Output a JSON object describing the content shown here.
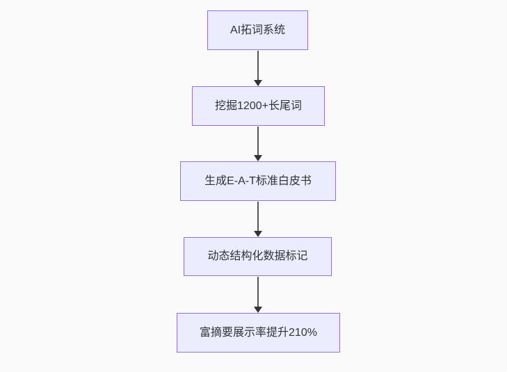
{
  "diagram": {
    "type": "flowchart",
    "direction": "top-down",
    "nodes": [
      {
        "id": "A",
        "label": "AI拓词系统"
      },
      {
        "id": "B",
        "label": "挖掘1200+长尾词"
      },
      {
        "id": "C",
        "label": "生成E-A-T标准白皮书"
      },
      {
        "id": "D",
        "label": "动态结构化数据标记"
      },
      {
        "id": "E",
        "label": "富摘要展示率提升210%"
      }
    ],
    "edges": [
      {
        "from": "A",
        "to": "B",
        "style": "arrow"
      },
      {
        "from": "B",
        "to": "C",
        "style": "arrow"
      },
      {
        "from": "C",
        "to": "D",
        "style": "arrow"
      },
      {
        "from": "D",
        "to": "E",
        "style": "arrow"
      }
    ],
    "colors": {
      "background": "#fafafa",
      "node_fill": "#ECECFF",
      "node_border": "#9370DB",
      "node_text": "#333333",
      "edge_line": "#555555",
      "edge_head": "#333333"
    }
  }
}
